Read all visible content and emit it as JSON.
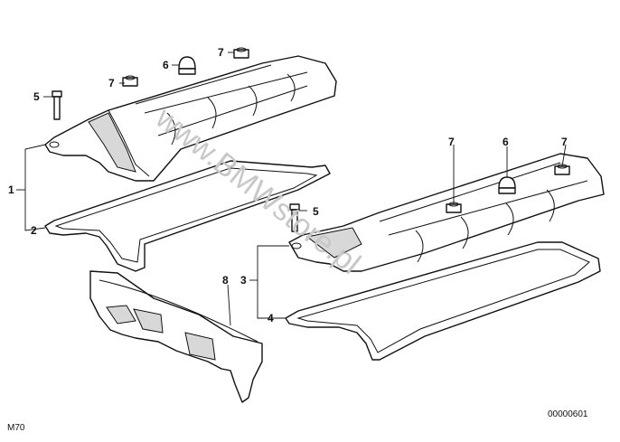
{
  "callouts": {
    "c1": "1",
    "c2": "2",
    "c3": "3",
    "c4": "4",
    "c5a": "5",
    "c5b": "5",
    "c6a": "6",
    "c6b": "6",
    "c7a": "7",
    "c7b": "7",
    "c7c": "7",
    "c7d": "7",
    "c8": "8"
  },
  "footer": {
    "model": "M70",
    "doc_number": "00000601"
  },
  "watermark": "www.BMWstore.pl"
}
